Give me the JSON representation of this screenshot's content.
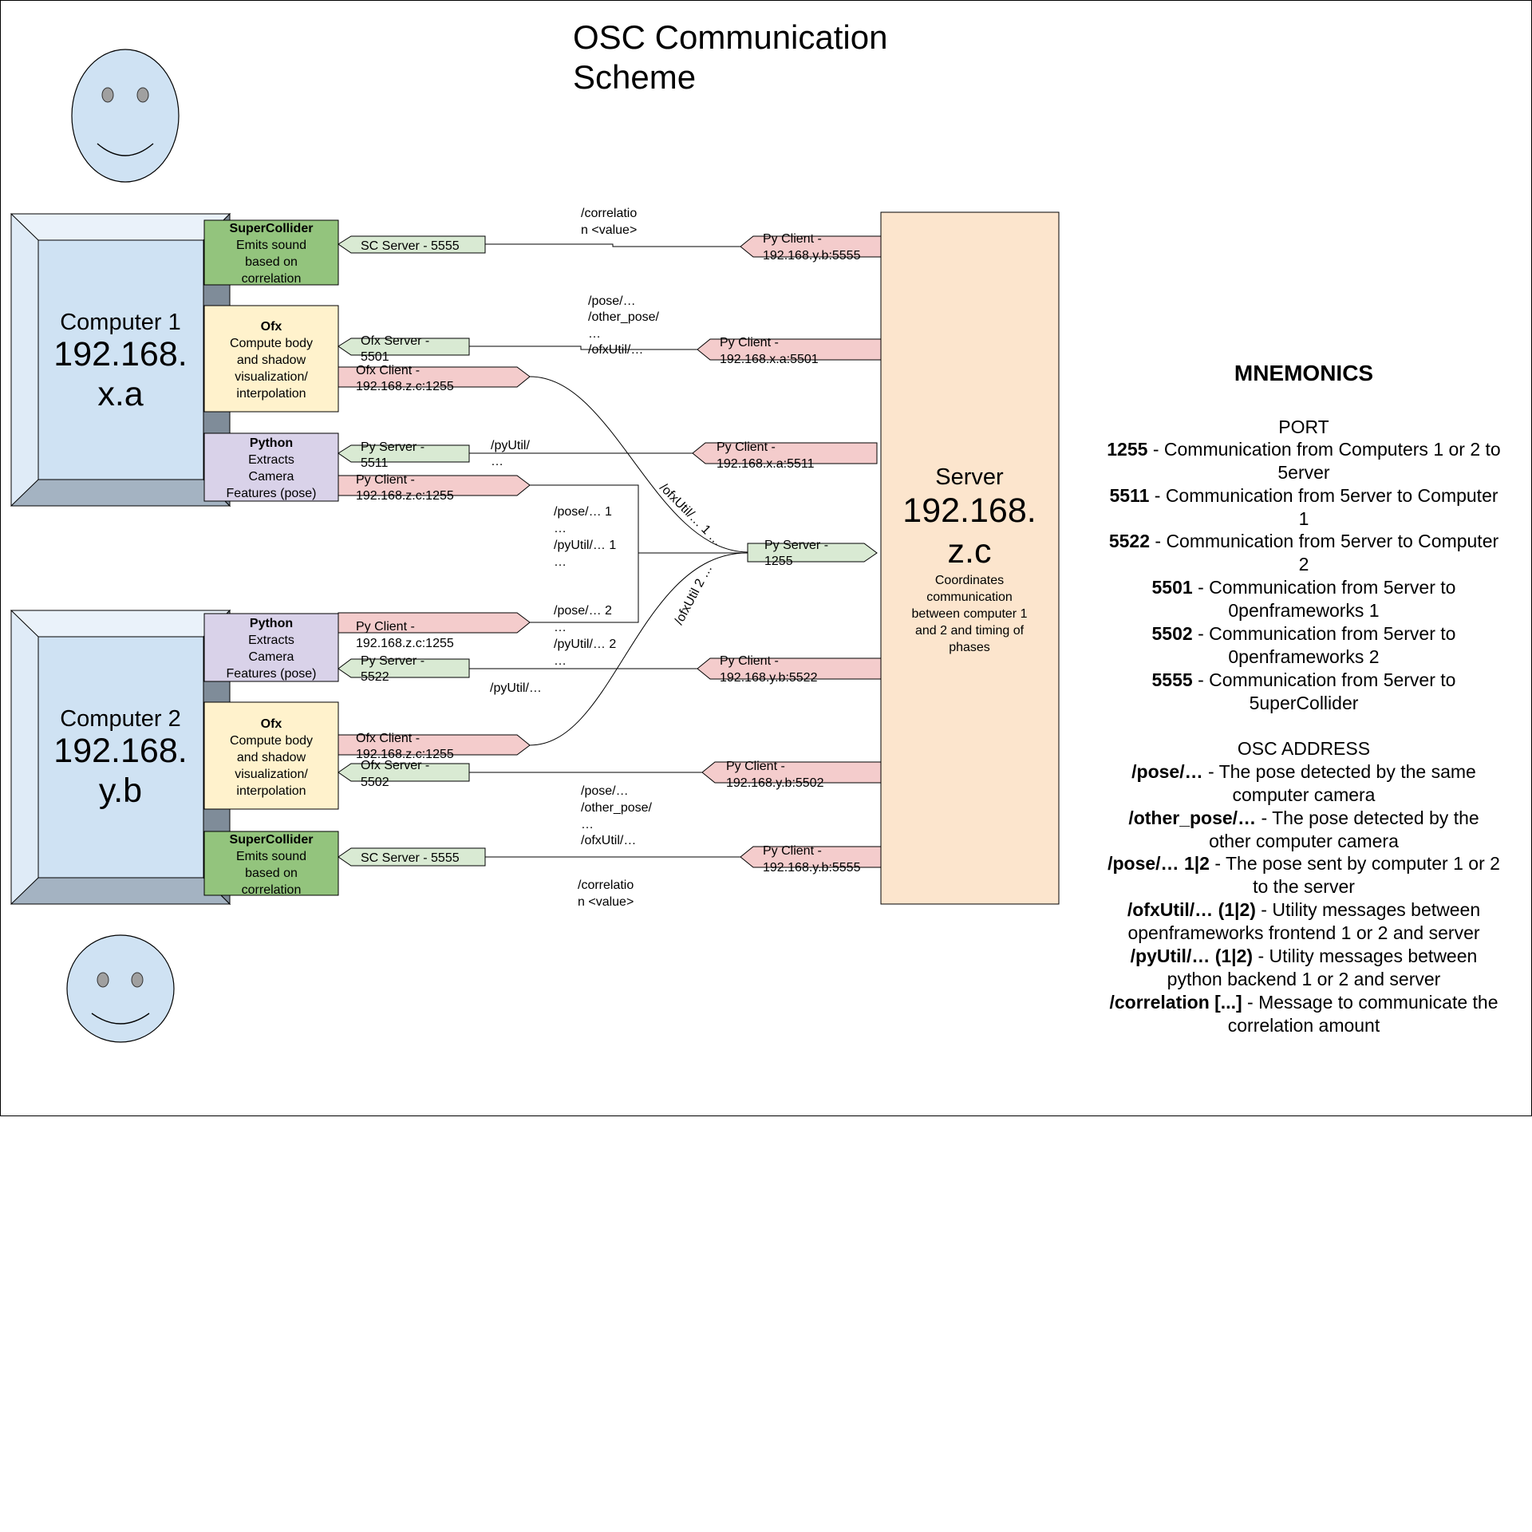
{
  "title": {
    "line1": "OSC Communication",
    "line2": "Scheme"
  },
  "computers": [
    {
      "name": "Computer 1",
      "ip_line1": "192.168.",
      "ip_line2": "x.a",
      "modules": [
        {
          "name": "SuperCollider",
          "desc": [
            "Emits sound",
            "based on",
            "correlation"
          ],
          "color": "#93c47d"
        },
        {
          "name": "Ofx",
          "desc": [
            "Compute body",
            "and shadow",
            "visualization/",
            "interpolation"
          ],
          "color": "#fff2cc"
        },
        {
          "name": "Python",
          "desc": [
            "Extracts",
            "Camera",
            "Features (pose)"
          ],
          "color": "#d9d2e9"
        }
      ],
      "ports": [
        {
          "label": [
            "SC Server - 5555"
          ]
        },
        {
          "label": [
            "Ofx Server -",
            "5501"
          ]
        },
        {
          "label": [
            "Ofx Client -",
            "192.168.z.c:1255"
          ]
        },
        {
          "label": [
            "Py Server -",
            "5511"
          ]
        },
        {
          "label": [
            "Py Client -",
            "192.168.z.c:1255"
          ]
        }
      ]
    },
    {
      "name": "Computer 2",
      "ip_line1": "192.168.",
      "ip_line2": "y.b",
      "modules": [
        {
          "name": "Python",
          "desc": [
            "Extracts",
            "Camera",
            "Features (pose)"
          ],
          "color": "#d9d2e9"
        },
        {
          "name": "Ofx",
          "desc": [
            "Compute body",
            "and shadow",
            "visualization/",
            "interpolation"
          ],
          "color": "#fff2cc"
        },
        {
          "name": "SuperCollider",
          "desc": [
            "Emits sound",
            "based on",
            "correlation"
          ],
          "color": "#93c47d"
        }
      ],
      "ports": [
        {
          "label": [
            "Py Client -",
            "192.168.z.c:1255"
          ]
        },
        {
          "label": [
            "Py Server -",
            "5522"
          ]
        },
        {
          "label": [
            "Ofx Client -",
            "192.168.z.c:1255"
          ]
        },
        {
          "label": [
            "Ofx Server -",
            "5502"
          ]
        },
        {
          "label": [
            "SC Server - 5555"
          ]
        }
      ]
    }
  ],
  "server": {
    "name": "Server",
    "ip_line1": "192.168.",
    "ip_line2": "z.c",
    "desc": [
      "Coordinates",
      "communication",
      "between computer 1",
      "and 2 and timing of",
      "phases"
    ],
    "ports": [
      {
        "label": [
          "Py Client -",
          "192.168.y.b:5555"
        ]
      },
      {
        "label": [
          "Py Client -",
          "192.168.x.a:5501"
        ]
      },
      {
        "label": [
          "Py Client -",
          "192.168.x.a:5511"
        ]
      },
      {
        "label": [
          "Py Server -",
          "1255"
        ]
      },
      {
        "label": [
          "Py Client -",
          "192.168.y.b:5522"
        ]
      },
      {
        "label": [
          "Py Client -",
          "192.168.y.b:5502"
        ]
      },
      {
        "label": [
          "Py Client -",
          "192.168.y.b:5555"
        ]
      }
    ]
  },
  "messages": [
    {
      "lines": [
        "/correlatio",
        "n <value>"
      ]
    },
    {
      "lines": [
        "/pose/…",
        "/other_pose/",
        "…",
        "/ofxUtil/…"
      ]
    },
    {
      "lines": [
        "/pyUtil/",
        "…"
      ]
    },
    {
      "lines": [
        "/ofxUtil/… 1 …"
      ]
    },
    {
      "lines": [
        "/pose/… 1",
        "…",
        "/pyUtil/… 1",
        "…"
      ]
    },
    {
      "lines": [
        "/pose/… 2",
        "…",
        "/pyUtil/… 2",
        "…"
      ]
    },
    {
      "lines": [
        "/ofxUtil 2 …"
      ]
    },
    {
      "lines": [
        "/pyUtil/…"
      ]
    },
    {
      "lines": [
        "/pose/…",
        "/other_pose/",
        "…",
        "/ofxUtil/…"
      ]
    },
    {
      "lines": [
        "/correlatio",
        "n <value>"
      ]
    }
  ],
  "mnemonics": {
    "title": "MNEMONICS",
    "port_heading": "PORT",
    "ports": [
      {
        "key": "1255",
        "text": " - Communication from Computers 1 or 2 to",
        "cont": "5erver"
      },
      {
        "key": "5511",
        "text": " - Communication from 5erver to Computer",
        "cont": "1"
      },
      {
        "key": "5522",
        "text": " - Communication from 5erver to Computer",
        "cont": "2"
      },
      {
        "key": "5501",
        "text": " - Communication from 5erver to",
        "cont": "0penframeworks 1"
      },
      {
        "key": "5502",
        "text": " - Communication from 5erver to",
        "cont": "0penframeworks 2"
      },
      {
        "key": "5555",
        "text": " - Communication from 5erver to",
        "cont": "5uperCollider"
      }
    ],
    "address_heading": "OSC ADDRESS",
    "addresses": [
      {
        "key": "/pose/…",
        "text": " - The pose detected by the same",
        "cont": "computer camera"
      },
      {
        "key": "/other_pose/…",
        "text": " - The pose detected by the",
        "cont": "other computer camera"
      },
      {
        "key": "/pose/… 1|2",
        "text": " - The pose sent by computer 1 or 2",
        "cont": "to the server"
      },
      {
        "key": "/ofxUtil/… (1|2)",
        "text": " - Utility messages between",
        "cont": "openframeworks frontend 1 or 2 and server"
      },
      {
        "key": "/pyUtil/… (1|2)",
        "text": " - Utility messages between",
        "cont": "python backend 1 or 2 and server"
      },
      {
        "key": "/correlation [...]",
        "text": " - Message to communicate the",
        "cont": "correlation amount"
      }
    ]
  },
  "colors": {
    "computer_face": "#cfe2f3",
    "computer_bevel_light": "#dfebf7",
    "computer_bevel_dark": "#a4b3c2",
    "server_fill": "#fce5cd",
    "server_port": "#d9ead3",
    "client_port": "#f4cccc",
    "face": "#cfe2f3"
  }
}
